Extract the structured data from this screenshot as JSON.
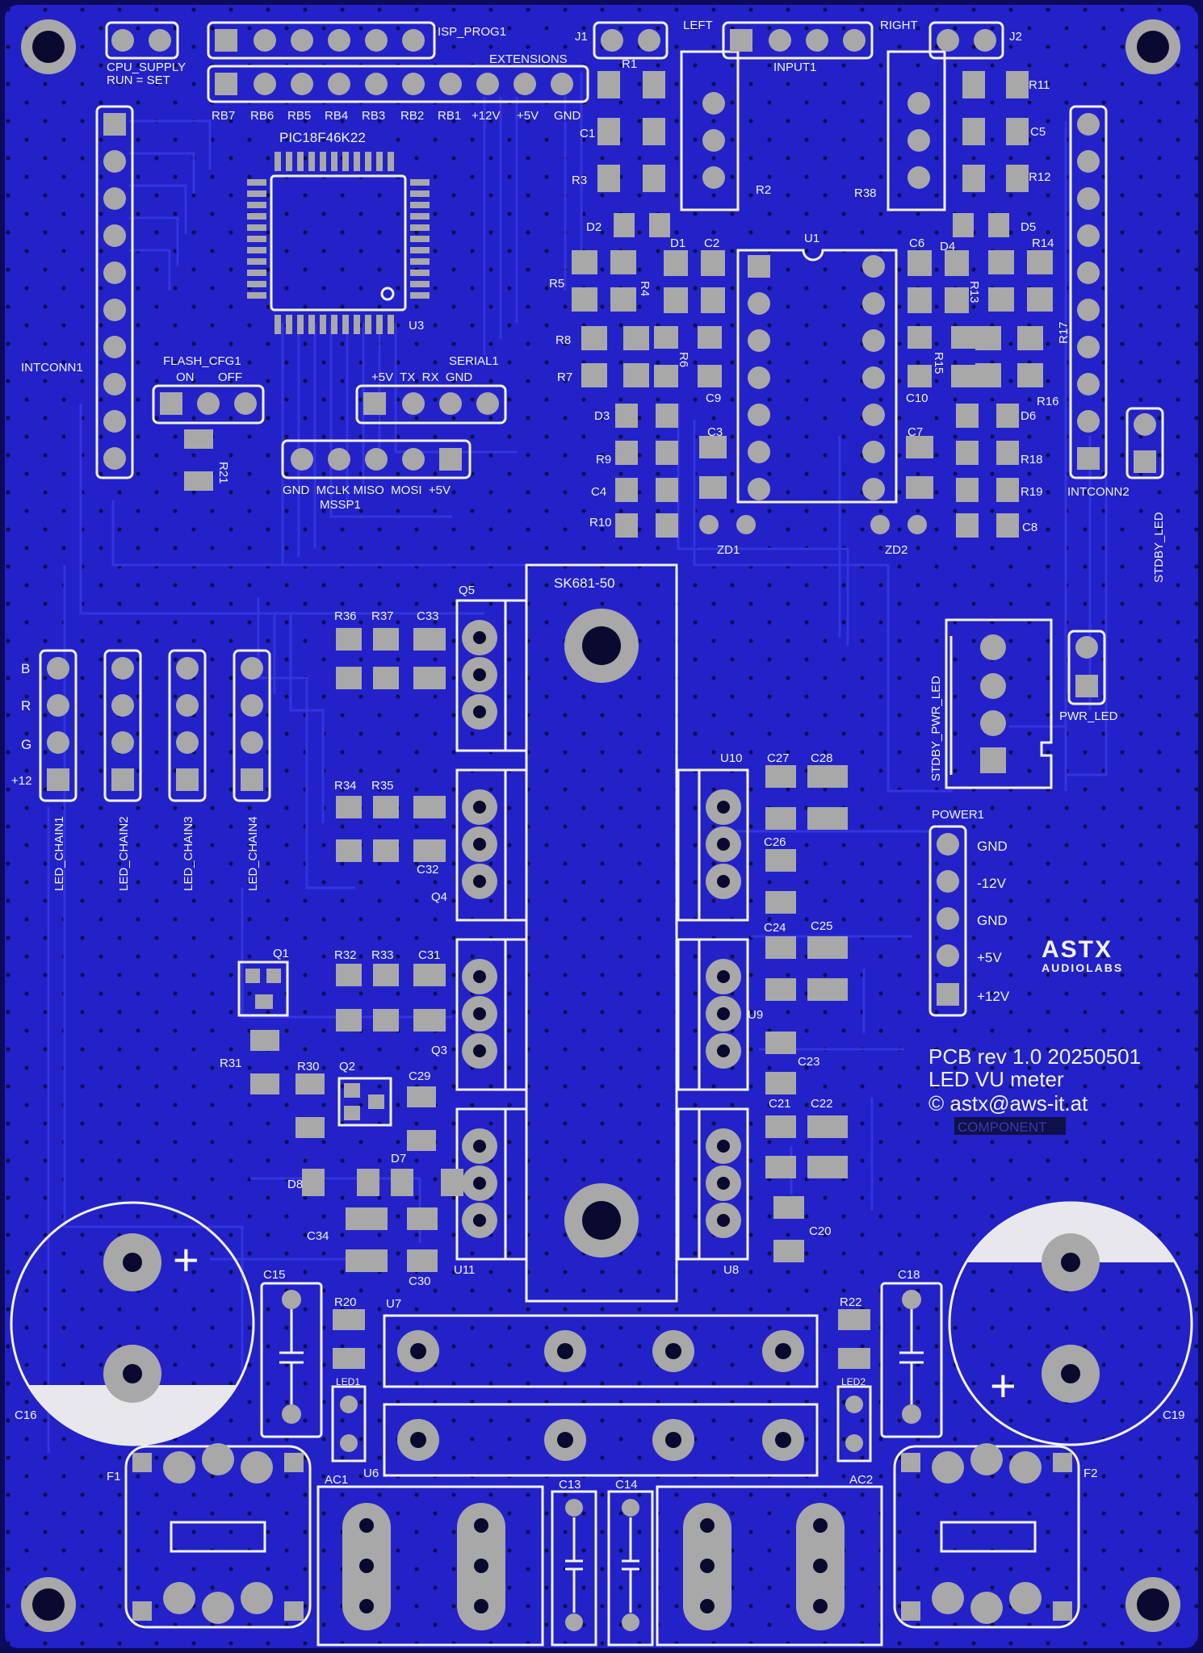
{
  "board": {
    "copper_color": "#2222c8",
    "trace_color": "#3030d8",
    "pad_color": "#a8a8a8",
    "silk_color": "#f2f2f2",
    "background_color": "#0b0b5a"
  },
  "labels": {
    "cpu_supply": "CPU_SUPPLY",
    "run_set": "RUN = SET",
    "isp_prog": "ISP_PROG1",
    "extensions": "EXTENSIONS",
    "rb7": "RB7",
    "rb6": "RB6",
    "rb5": "RB5",
    "rb4": "RB4",
    "rb3": "RB3",
    "rb2": "RB2",
    "rb1": "RB1",
    "p12v": "+12V",
    "p5v": "+5V",
    "gnd": "GND",
    "mcu": "PIC18F46K22",
    "u3": "U3",
    "intconn1": "INTCONN1",
    "intconn2": "INTCONN2",
    "flash_cfg": "FLASH_CFG1",
    "on": "ON",
    "off": "OFF",
    "serial": "SERIAL1",
    "serial_pins": "+5V  TX  RX  GND",
    "mssp_pins": "GND  MCLK MISO  MOSI  +5V",
    "mssp": "MSSP1",
    "r21": "R21",
    "j1": "J1",
    "j2": "J2",
    "left": "LEFT",
    "right": "RIGHT",
    "input1": "INPUT1",
    "r1": "R1",
    "c1": "C1",
    "r3": "R3",
    "r2": "R2",
    "r38": "R38",
    "r11": "R11",
    "c5": "C5",
    "r12": "R12",
    "d2": "D2",
    "d1": "D1",
    "c2": "C2",
    "u1": "U1",
    "c6": "C6",
    "d4": "D4",
    "d5": "D5",
    "r14": "R14",
    "r5": "R5",
    "r4": "R4",
    "r13": "R13",
    "r8": "R8",
    "r6": "R6",
    "r15": "R15",
    "r17": "R17",
    "r7": "R7",
    "c9": "C9",
    "c10": "C10",
    "r16": "R16",
    "d3": "D3",
    "d6": "D6",
    "r9": "R9",
    "c3": "C3",
    "c7": "C7",
    "r18": "R18",
    "c4": "C4",
    "r19": "R19",
    "r10": "R10",
    "c8": "C8",
    "zd1": "ZD1",
    "zd2": "ZD2",
    "stdby_led": "STDBY_LED",
    "heatsink": "SK681-50",
    "q5": "Q5",
    "r36": "R36",
    "r37": "R37",
    "c33": "C33",
    "b": "B",
    "r": "R",
    "g": "G",
    "p12": "+12",
    "led_chain1": "LED_CHAIN1",
    "led_chain2": "LED_CHAIN2",
    "led_chain3": "LED_CHAIN3",
    "led_chain4": "LED_CHAIN4",
    "stdby_pwr_led": "STDBY_PWR_LED",
    "pwr_led": "PWR_LED",
    "r34": "R34",
    "r35": "R35",
    "c32": "C32",
    "q4": "Q4",
    "u10": "U10",
    "c27": "C27",
    "c28": "C28",
    "c26": "C26",
    "power1": "POWER1",
    "pw_gnd": "GND",
    "pw_m12v": "-12V",
    "pw_gnd2": "GND",
    "pw_p5v": "+5V",
    "pw_p12v": "+12V",
    "q1": "Q1",
    "r32": "R32",
    "r33": "R33",
    "c31": "C31",
    "q3": "Q3",
    "c24": "C24",
    "c25": "C25",
    "u9": "U9",
    "c23": "C23",
    "brand": "ASTX",
    "brand_sub": "AUDIOLABS",
    "rev": "PCB rev 1.0 20250501",
    "product": "LED VU meter",
    "copyright": "© astx@aws-it.at",
    "component": "COMPONENT",
    "r31": "R31",
    "r30": "R30",
    "q2": "Q2",
    "c29": "C29",
    "c21": "C21",
    "c22": "C22",
    "d8": "D8",
    "d7": "D7",
    "c34": "C34",
    "c30": "C30",
    "u11": "U11",
    "u8": "U8",
    "c20": "C20",
    "c15": "C15",
    "r20": "R20",
    "u7": "U7",
    "r22": "R22",
    "c18": "C18",
    "c16": "C16",
    "c19": "C19",
    "led1": "LED1",
    "led2": "LED2",
    "f1": "F1",
    "f2": "F2",
    "ac1": "AC1",
    "ac2": "AC2",
    "u6": "U6",
    "c13": "C13",
    "c14": "C14"
  }
}
